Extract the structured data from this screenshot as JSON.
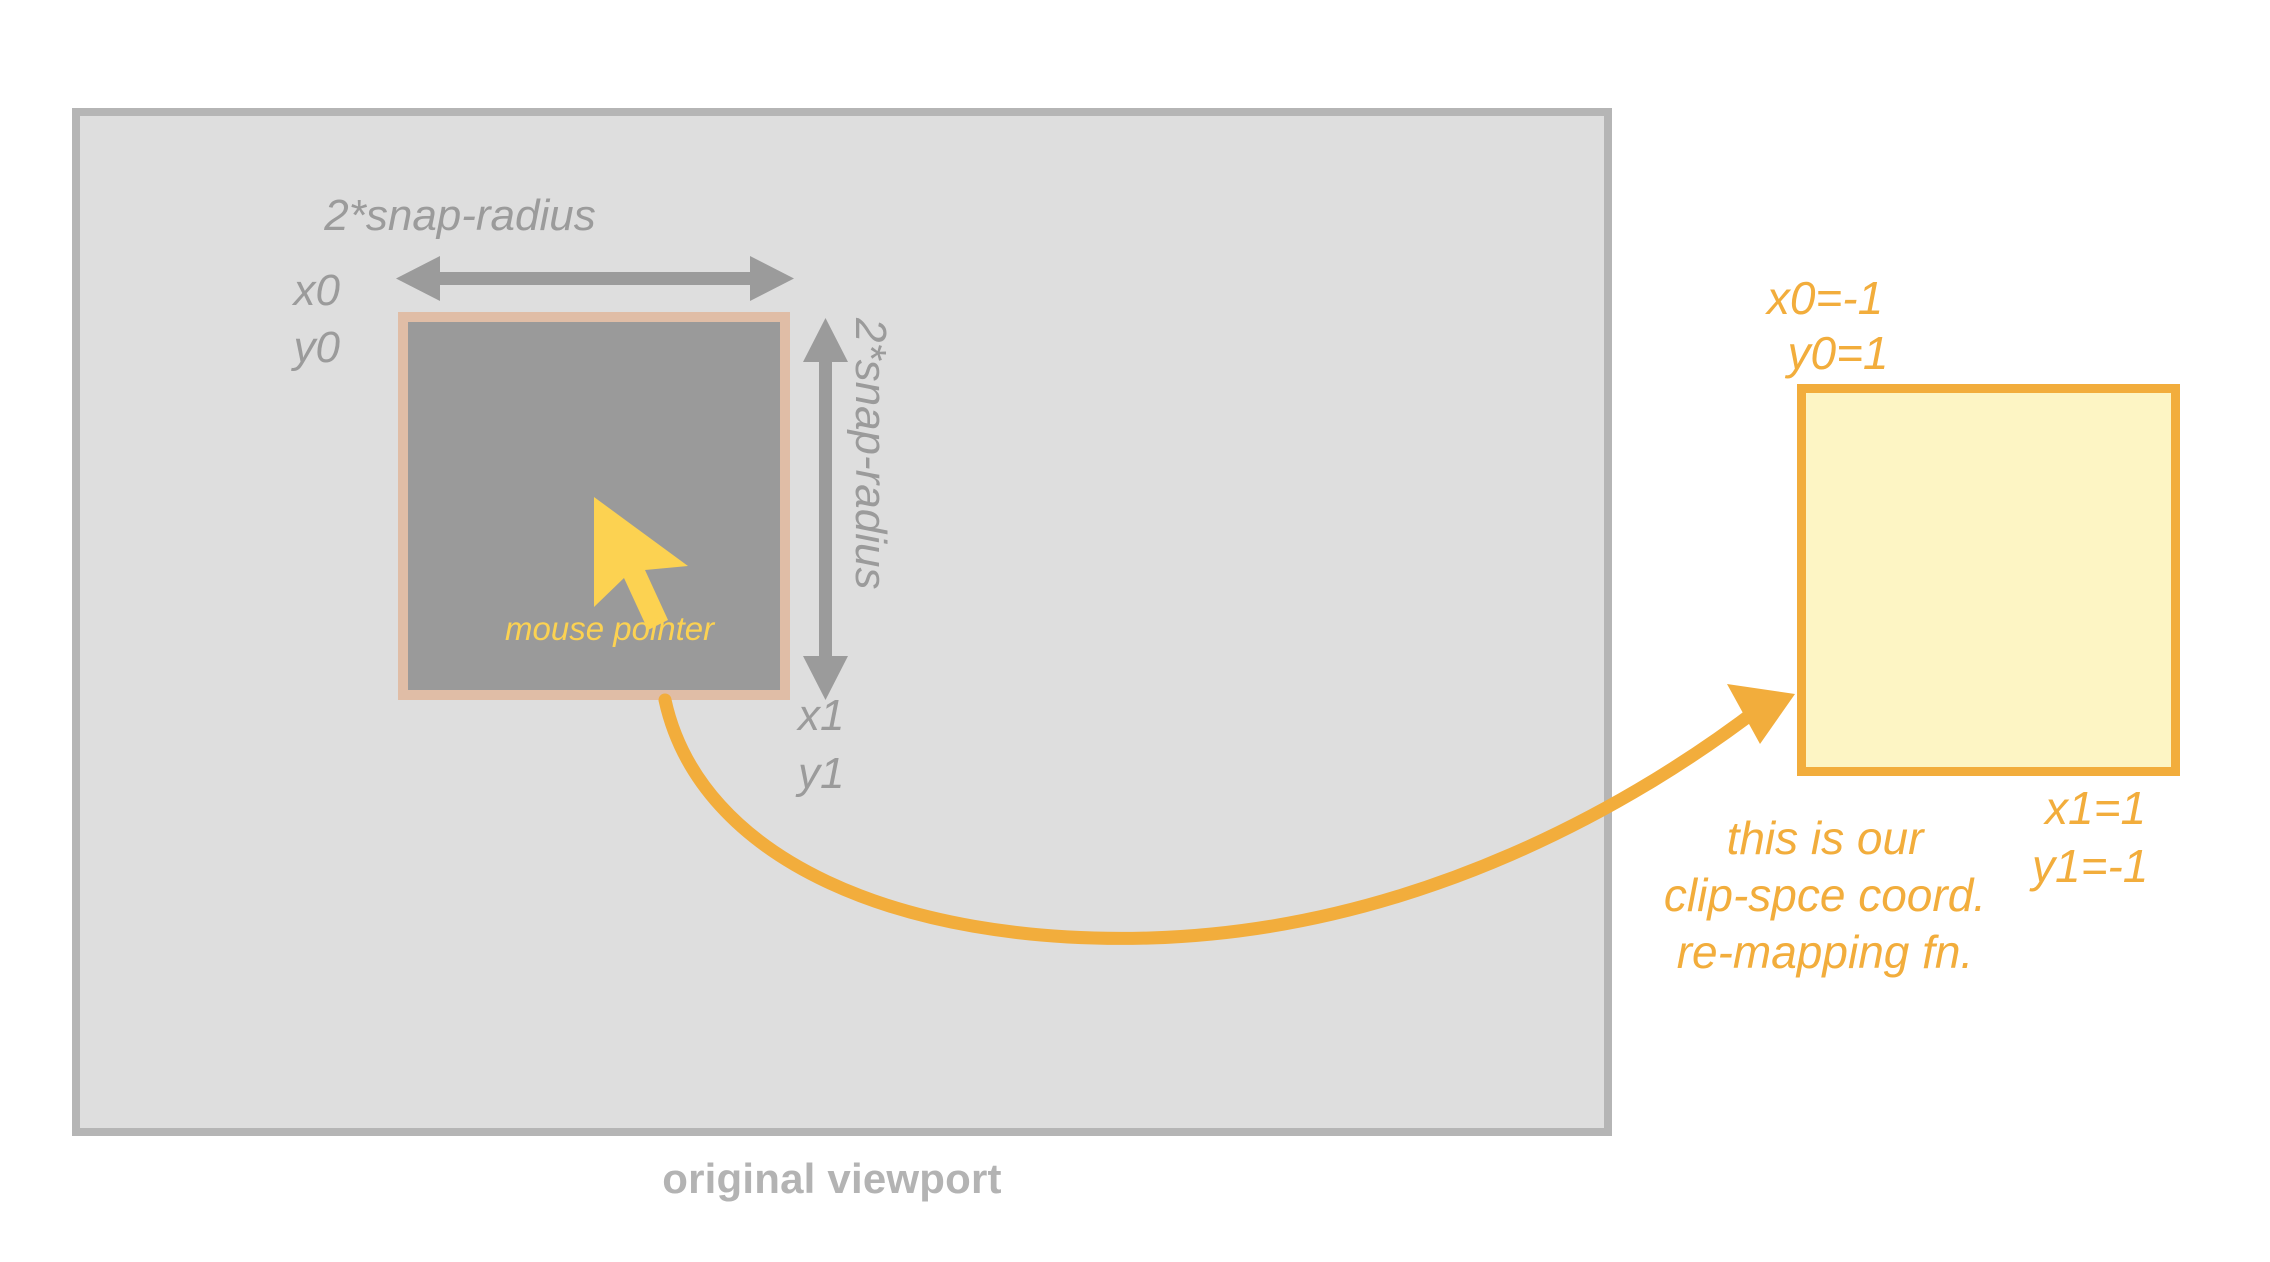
{
  "diagram": {
    "title_caption": "original viewport",
    "viewport": {
      "label": "original viewport",
      "bg_color": "#dedede",
      "border_color": "#b5b5b5"
    },
    "snap_box": {
      "fill_color": "#9a9a9a",
      "border_color": "#e0bda6",
      "width_label": "2*snap-radius",
      "height_label": "2*snap-radius",
      "corner_top_left": {
        "x_label": "x0",
        "y_label": "y0"
      },
      "corner_bottom_right": {
        "x_label": "x1",
        "y_label": "y1"
      },
      "pointer_label": "mouse pointer",
      "pointer_color": "#fcd251"
    },
    "clip_box": {
      "fill_color": "#fdf5c4",
      "border_color": "#f2ad3c",
      "corner_top_left": {
        "x_label": "x0=-1",
        "y_label": "y0=1"
      },
      "corner_bottom_right": {
        "x_label": "x1=1",
        "y_label": "y1=-1"
      }
    },
    "mapping_arrow": {
      "note_line1": "this is our",
      "note_line2": "clip-spce coord.",
      "note_line3": "re-mapping fn.",
      "color": "#f2ad3c"
    }
  }
}
